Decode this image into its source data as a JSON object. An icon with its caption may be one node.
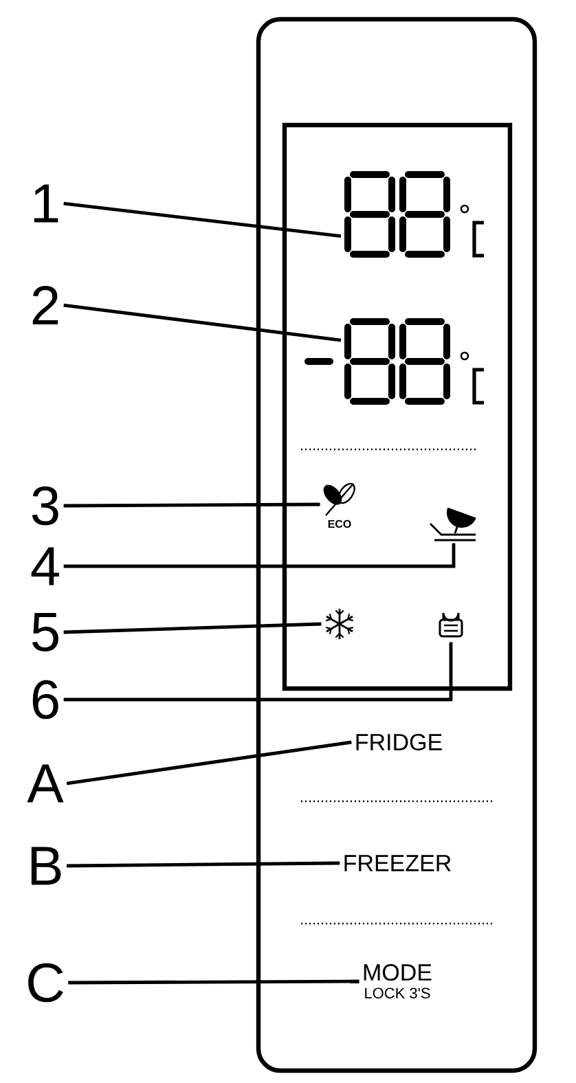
{
  "diagram": {
    "nodes": [
      {
        "text": [
          "1"
        ]
      },
      {
        "text": [],
        "shape": "display"
      },
      {
        "text": [
          "2"
        ]
      },
      {
        "text": [],
        "shape": "display"
      },
      {
        "text": [
          "3"
        ]
      },
      {
        "text": [
          "ECO"
        ]
      },
      {
        "text": [
          "4"
        ]
      },
      {
        "text": [],
        "shape": "icon"
      },
      {
        "text": [
          "5"
        ]
      },
      {
        "text": [],
        "shape": "icon"
      },
      {
        "text": [
          "6"
        ]
      },
      {
        "text": [],
        "shape": "icon"
      },
      {
        "text": [
          "A"
        ]
      },
      {
        "text": [
          "FRIDGE"
        ]
      },
      {
        "text": [
          "B"
        ]
      },
      {
        "text": [
          "FREEZER"
        ]
      },
      {
        "text": [
          "C"
        ]
      },
      {
        "text": [
          "MODE",
          "LOCK 3'S"
        ]
      }
    ],
    "edges": [
      {
        "from": 0,
        "to": 1,
        "arrow": "none"
      },
      {
        "from": 2,
        "to": 3,
        "arrow": "none"
      },
      {
        "from": 4,
        "to": 5,
        "arrow": "none"
      },
      {
        "from": 6,
        "to": 7,
        "arrow": "none"
      },
      {
        "from": 8,
        "to": 9,
        "arrow": "none"
      },
      {
        "from": 10,
        "to": 11,
        "arrow": "none"
      },
      {
        "from": 12,
        "to": 13,
        "arrow": "none"
      },
      {
        "from": 14,
        "to": 15,
        "arrow": "none"
      },
      {
        "from": 16,
        "to": 17,
        "arrow": "none"
      }
    ]
  }
}
